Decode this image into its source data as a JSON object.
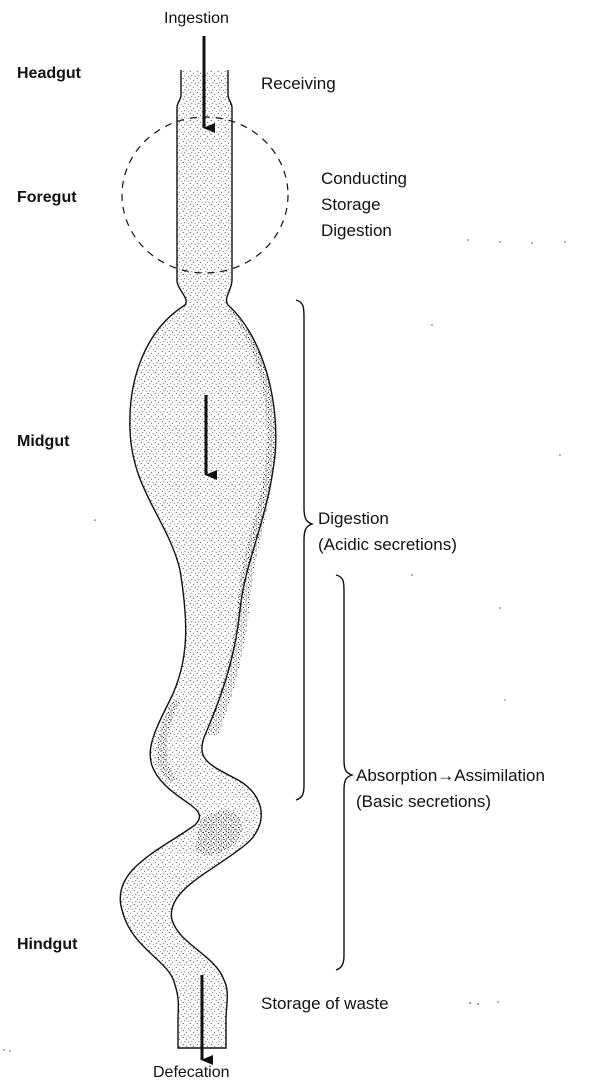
{
  "diagram": {
    "flow": {
      "top": "Ingestion",
      "bottom": "Defecation"
    },
    "regions": {
      "headgut": "Headgut",
      "foregut": "Foregut",
      "midgut": "Midgut",
      "hindgut": "Hindgut"
    },
    "functions": {
      "receiving": "Receiving",
      "foregut_lines": [
        "Conducting",
        "Storage",
        "Digestion"
      ],
      "digestion_lines": [
        "Digestion",
        "(Acidic secretions)"
      ],
      "absorption_lines": [
        "Absorption→Assimilation",
        "(Basic secretions)"
      ],
      "storage_of_waste": "Storage of waste"
    },
    "colors": {
      "ink": "#111111",
      "stipple": "#222222",
      "background": "#ffffff"
    }
  }
}
